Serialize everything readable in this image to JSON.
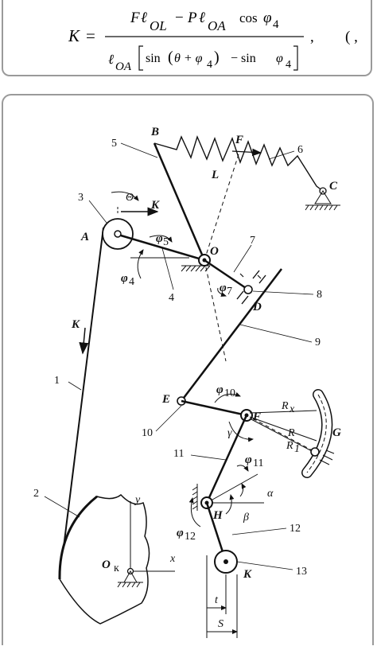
{
  "formula": {
    "lhs": "K",
    "eq": "=",
    "num_F": "F",
    "num_l1": "ℓ",
    "num_sub1": "OL",
    "num_minus": "−",
    "num_P": "P",
    "num_l2": "ℓ",
    "num_sub2": "OA",
    "num_cos": "cos",
    "num_phi": "φ",
    "num_phi_sub": "4",
    "den_l": "ℓ",
    "den_sub": "OA",
    "den_sin1": "sin",
    "den_theta": "θ + φ",
    "den_theta_sub": "4",
    "den_minus": "− sin",
    "den_phi": "φ",
    "den_phi_sub": "4",
    "comma": ",",
    "paren": "( ,"
  },
  "diagram": {
    "points": {
      "A": "A",
      "B": "B",
      "C": "C",
      "O": "O",
      "D": "D",
      "E": "E",
      "F": "F",
      "G": "G",
      "H": "H",
      "K": "K",
      "L": "L",
      "Ok": "O",
      "Ok_sub": "к"
    },
    "forces": {
      "F": "F",
      "K1": "K",
      "K2": "K",
      "Rx": "R",
      "Rx_sub": "x",
      "R": "R",
      "R1": "R",
      "R1_sub": "1"
    },
    "angles": {
      "theta": "Θ",
      "phi5": "φ",
      "phi5_sub": "5",
      "phi4": "φ",
      "phi4_sub": "4",
      "phi7": "φ",
      "phi7_sub": "7",
      "phi10": "φ",
      "phi10_sub": "10",
      "phi11": "φ",
      "phi11_sub": "11",
      "phi12": "φ",
      "phi12_sub": "12",
      "gamma": "γ",
      "alpha": "α",
      "beta": "β"
    },
    "axes": {
      "x": "x",
      "y": "y"
    },
    "dims": {
      "t": "t",
      "S": "S"
    },
    "numbers": [
      "1",
      "2",
      "3",
      "4",
      "5",
      "6",
      "7",
      "8",
      "9",
      "10",
      "11",
      "12",
      "13"
    ]
  }
}
